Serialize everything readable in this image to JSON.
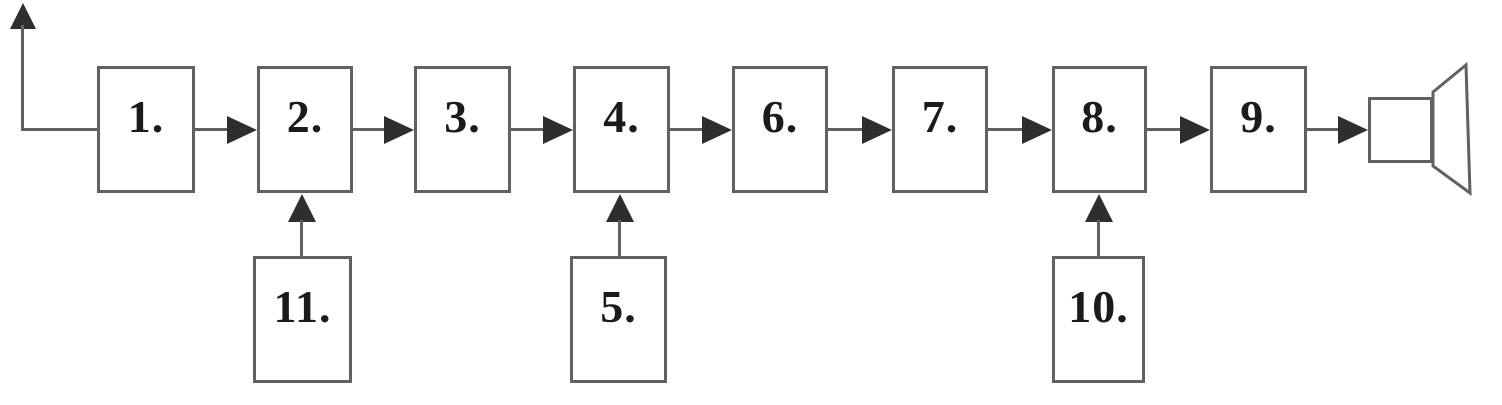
{
  "diagram": {
    "title": "numbered-block-signal-chain",
    "colors": {
      "background": "#ffffff",
      "line": "#616161",
      "arrow": "#2e2e2e",
      "text": "#1b1b1b"
    },
    "blocks": [
      {
        "id": "1",
        "label": "1."
      },
      {
        "id": "2",
        "label": "2."
      },
      {
        "id": "3",
        "label": "3."
      },
      {
        "id": "4",
        "label": "4."
      },
      {
        "id": "6",
        "label": "6."
      },
      {
        "id": "7",
        "label": "7."
      },
      {
        "id": "8",
        "label": "8."
      },
      {
        "id": "9",
        "label": "9."
      },
      {
        "id": "11",
        "label": "11."
      },
      {
        "id": "5",
        "label": "5."
      },
      {
        "id": "10",
        "label": "10."
      }
    ],
    "terminals": [
      {
        "id": "antenna",
        "icon": "antenna-icon"
      },
      {
        "id": "speaker",
        "icon": "speaker-icon"
      }
    ],
    "connections": [
      {
        "from": "antenna",
        "to": "1"
      },
      {
        "from": "1",
        "to": "2"
      },
      {
        "from": "2",
        "to": "3"
      },
      {
        "from": "3",
        "to": "4"
      },
      {
        "from": "4",
        "to": "6"
      },
      {
        "from": "6",
        "to": "7"
      },
      {
        "from": "7",
        "to": "8"
      },
      {
        "from": "8",
        "to": "9"
      },
      {
        "from": "9",
        "to": "speaker"
      },
      {
        "from": "11",
        "to": "2"
      },
      {
        "from": "5",
        "to": "4"
      },
      {
        "from": "10",
        "to": "8"
      }
    ]
  }
}
